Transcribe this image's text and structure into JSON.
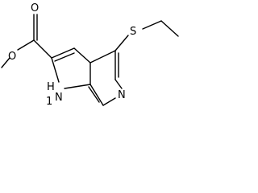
{
  "molecule": {
    "atoms": {
      "carbonyl_oxygen": "O",
      "ester_oxygen": "O",
      "thioether_sulfur": "S",
      "ring_nh": "N",
      "ring_nh_hydrogen": "H",
      "hydrogen_locant": "1",
      "pyridine_nitrogen": "N"
    }
  }
}
